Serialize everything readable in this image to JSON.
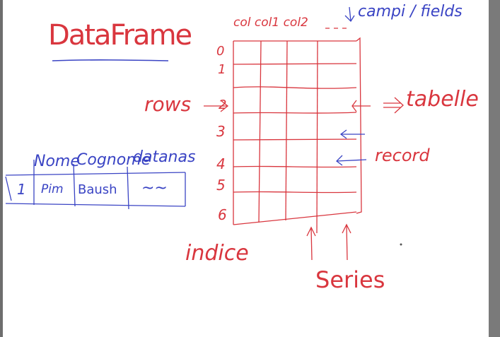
{
  "colors": {
    "ink_red": "#d9363e",
    "ink_blue": "#3a44c4",
    "paper": "#ffffff"
  },
  "title": "DataFrame",
  "column_labels": "col col1 col2",
  "fields_label": "campi / fields",
  "row_indices": [
    "0",
    "1",
    "2",
    "3",
    "4",
    "5",
    "6"
  ],
  "rows_label": "rows",
  "tabelle_label": "tabelle",
  "record_label": "record",
  "indice_label": "indice",
  "series_label": "Series",
  "example_table": {
    "headers": [
      "Nome",
      "Cognome",
      "datanas"
    ],
    "row": {
      "index": "1",
      "cells": [
        "Pim",
        "Baush",
        "~~"
      ]
    }
  }
}
